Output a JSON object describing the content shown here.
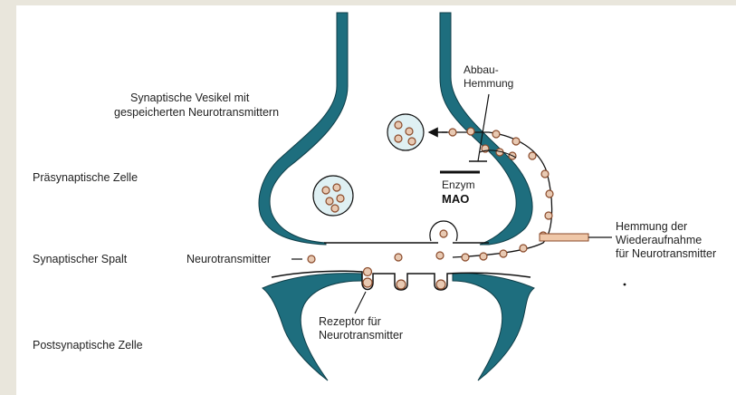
{
  "labels": {
    "praesynaptisch": "Präsynaptische Zelle",
    "spalt": "Synaptischer Spalt",
    "postsynaptisch": "Postsynaptische Zelle",
    "vesikel_line1": "Synaptische Vesikel mit",
    "vesikel_line2": "gespeicherten Neurotransmittern",
    "neurotransmitter": "Neurotransmitter",
    "abbau_line1": "Abbau-",
    "abbau_line2": "Hemmung",
    "enzym": "Enzym",
    "mao": "MAO",
    "wiederaufnahme_line1": "Hemmung der",
    "wiederaufnahme_line2": "Wiederaufnahme",
    "wiederaufnahme_line3": "für Neurotransmitter",
    "rezeptor_line1": "Rezeptor für",
    "rezeptor_line2": "Neurotransmitter"
  },
  "colors": {
    "membrane": "#1e6e7e",
    "membrane_edge": "#0f3e48",
    "transmitter": "#e8c9b2",
    "transmitter_edge": "#8a4a2a",
    "vesicle_fill": "#dff0f3",
    "inhibitor_bar": "#efc7a8",
    "frame_bg": "#e9e6dc"
  }
}
